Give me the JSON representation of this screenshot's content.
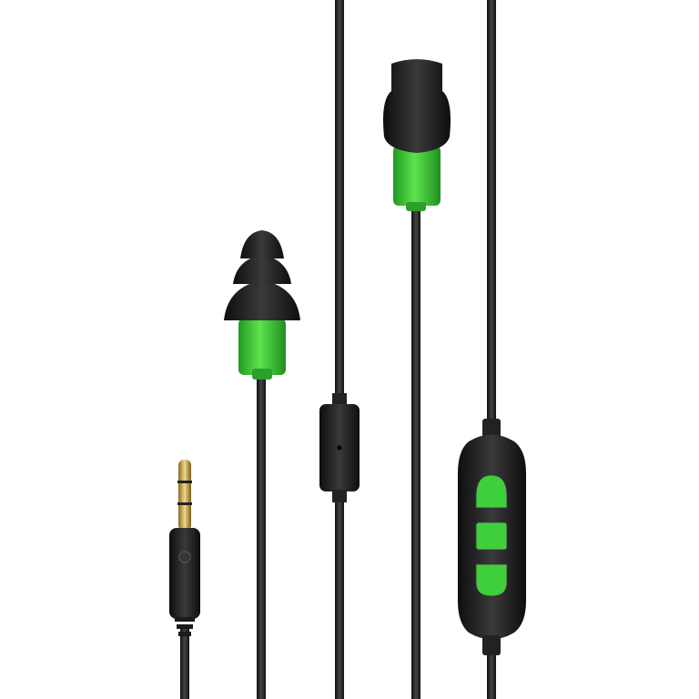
{
  "product": {
    "colors": {
      "background": "#ffffff",
      "cable": "#2a2a2a",
      "body": "#2b2b2b",
      "eartip": "#1c1c1c",
      "accent_green": "#3fcf3a",
      "jack_gold": "#c9a94a"
    },
    "parts": [
      "left-earbud",
      "right-earbud",
      "inline-mic",
      "remote-control",
      "audio-jack"
    ],
    "remote_buttons": [
      "volume-up-button",
      "play-pause-button",
      "volume-down-button"
    ]
  }
}
